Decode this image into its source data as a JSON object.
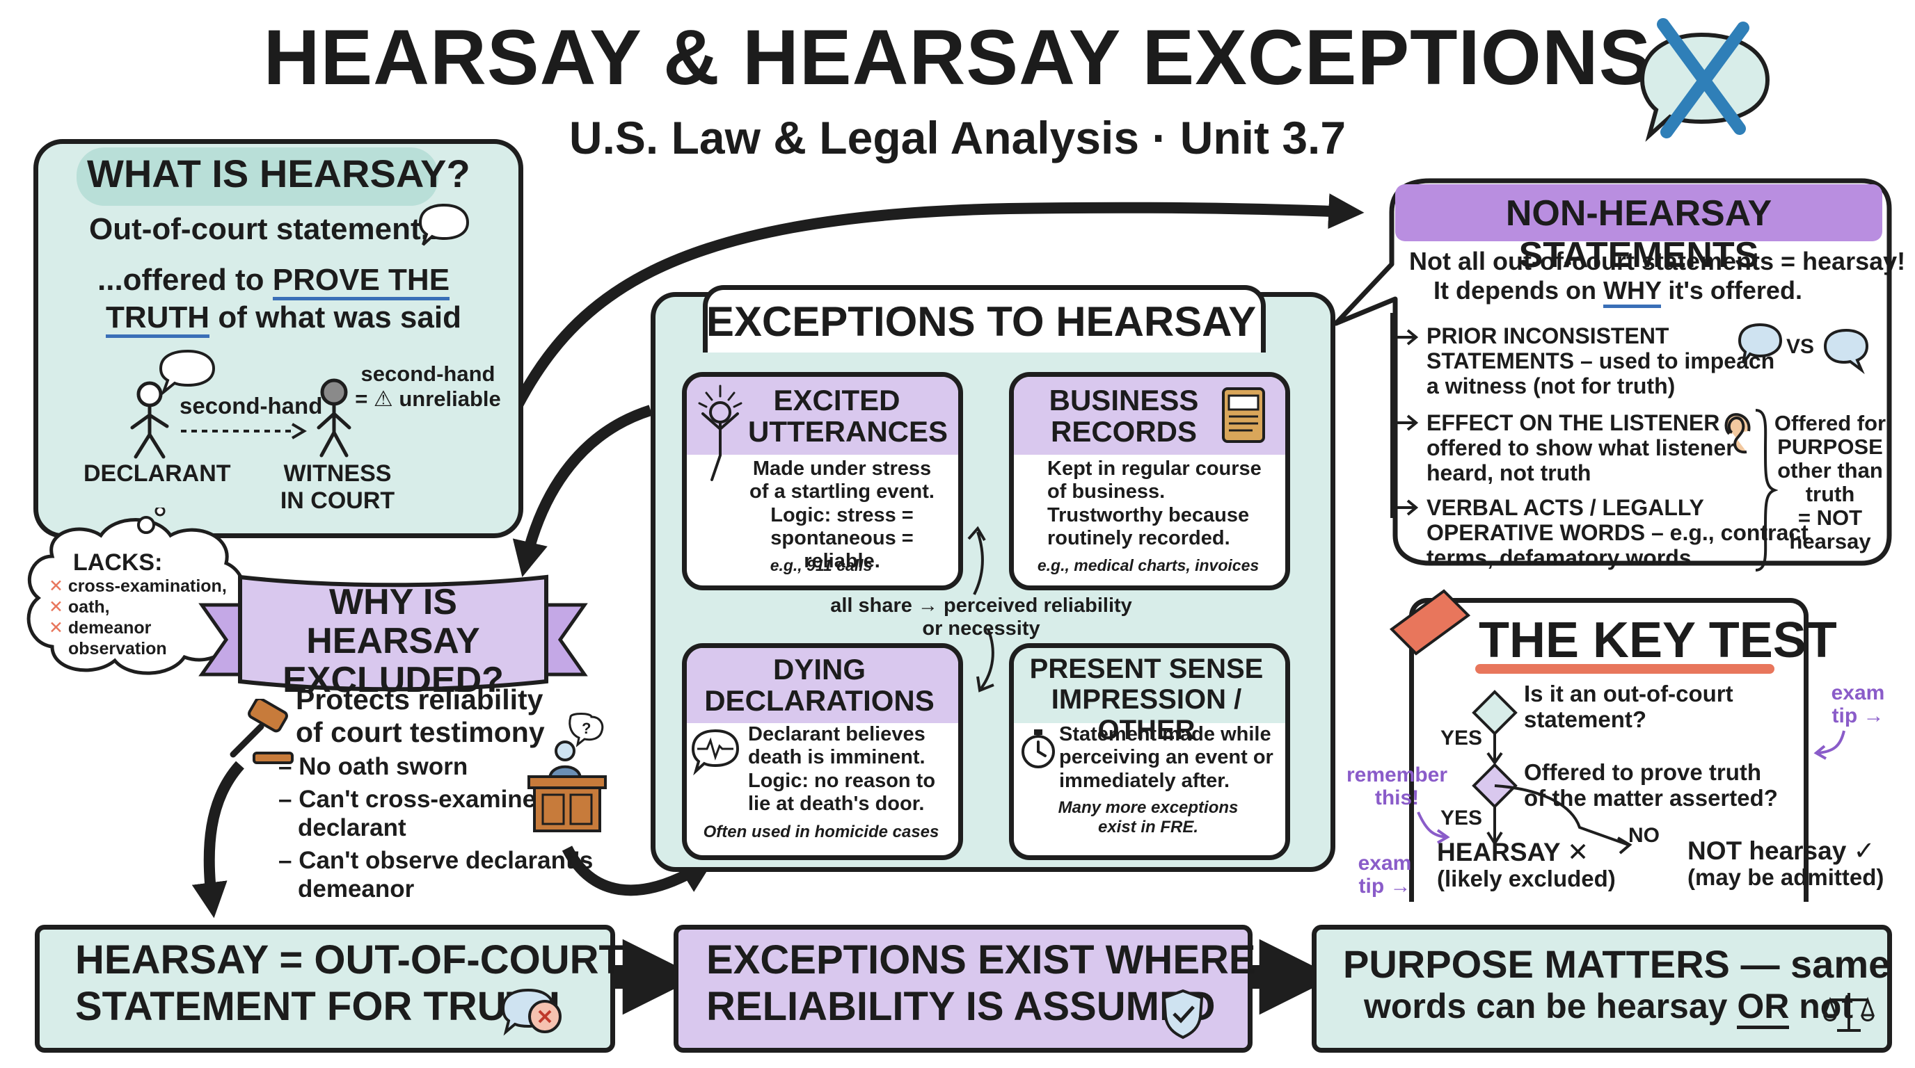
{
  "header": {
    "title": "HEARSAY & HEARSAY EXCEPTIONS",
    "subtitle": "U.S. Law & Legal Analysis · Unit 3.7"
  },
  "what": {
    "heading": "WHAT IS HEARSAY?",
    "line1": "Out-of-court statement...",
    "line2a": "...offered to ",
    "line2b": "PROVE THE",
    "line3a": "TRUTH",
    "line3b": " of what was said",
    "arrow_label": "second-hand",
    "note_line1": "second-hand",
    "note_line2": "= ⚠ unreliable",
    "declarant": "DECLARANT",
    "witness_line1": "WITNESS",
    "witness_line2": "IN COURT"
  },
  "lacks": {
    "heading": "LACKS:",
    "items": [
      "cross-examination,",
      "oath,",
      "demeanor",
      "observation"
    ]
  },
  "why": {
    "banner_line1": "WHY IS HEARSAY",
    "banner_line2": "EXCLUDED?",
    "intro_line1": "Protects reliability",
    "intro_line2": "of court testimony",
    "items": [
      "– No oath sworn",
      "– Can't cross-examine",
      "declarant",
      "– Can't observe declarant's",
      "demeanor"
    ]
  },
  "exceptions": {
    "heading": "EXCEPTIONS TO HEARSAY",
    "shared_line1": "all share → perceived reliability",
    "shared_line2": "or necessity",
    "cards": [
      {
        "title1": "EXCITED",
        "title2": "UTTERANCES",
        "body": [
          "Made under stress",
          "of a startling event.",
          "Logic: stress =",
          "spontaneous = reliable."
        ],
        "example": "e.g., 911 calls"
      },
      {
        "title1": "BUSINESS",
        "title2": "RECORDS",
        "body": [
          "Kept in regular course",
          "of business.",
          "Trustworthy because",
          "routinely recorded."
        ],
        "example": "e.g., medical charts, invoices"
      },
      {
        "title1": "DYING",
        "title2": "DECLARATIONS",
        "body": [
          "Declarant believes",
          "death is imminent.",
          "Logic: no reason to",
          "lie at death's door."
        ],
        "example": "Often used in homicide cases"
      },
      {
        "title1": "PRESENT SENSE",
        "title2": "IMPRESSION / OTHER",
        "body": [
          "Statement made while",
          "perceiving an event or",
          "immediately after."
        ],
        "example": "Many more exceptions exist in FRE."
      }
    ]
  },
  "nonhearsay": {
    "heading": "NON-HEARSAY STATEMENTS",
    "intro_line1": "Not all out-of-court statements = hearsay!",
    "intro_line2a": "It depends on ",
    "intro_line2b": "WHY",
    "intro_line2c": " it's offered.",
    "items": [
      {
        "lines": [
          "PRIOR INCONSISTENT",
          "STATEMENTS – used to impeach",
          "a witness (not for truth)"
        ]
      },
      {
        "lines": [
          "EFFECT ON THE LISTENER –",
          "offered to show what listener",
          "heard, not truth"
        ]
      },
      {
        "lines": [
          "VERBAL ACTS / LEGALLY",
          "OPERATIVE WORDS – e.g., contract",
          "terms, defamatory words"
        ]
      }
    ],
    "vs": "VS",
    "side_lines": [
      "Offered for",
      "PURPOSE",
      "other than",
      "truth",
      "= NOT",
      "hearsay"
    ]
  },
  "keytest": {
    "heading": "THE KEY TEST",
    "q1_line1": "Is it an out-of-court",
    "q1_line2": "statement?",
    "q2_line1": "Offered to prove truth",
    "q2_line2": "of the matter asserted?",
    "yes": "YES",
    "no": "NO",
    "hearsay_line1": "HEARSAY ✕",
    "hearsay_line2": "(likely excluded)",
    "not_line1": "NOT hearsay ✓",
    "not_line2": "(may be admitted)",
    "exam_tip": [
      "exam",
      "tip →"
    ],
    "remember": [
      "remember",
      "this!"
    ]
  },
  "summary": [
    {
      "line1": "HEARSAY = OUT-OF-COURT",
      "line2": "STATEMENT FOR TRUTH"
    },
    {
      "line1": "EXCEPTIONS EXIST WHERE",
      "line2": "RELIABILITY IS ASSUMED"
    },
    {
      "line1a": "PURPOSE MATTERS",
      "line1b": " — same",
      "line2a": "words can be hearsay ",
      "line2b": "OR",
      "line2c": " not"
    }
  ],
  "colors": {
    "mint": "#d8ede9",
    "lavender": "#d9c8ee",
    "accent": "#8a5cc9",
    "coral": "#e8765c",
    "ink": "#1e1e1e"
  }
}
